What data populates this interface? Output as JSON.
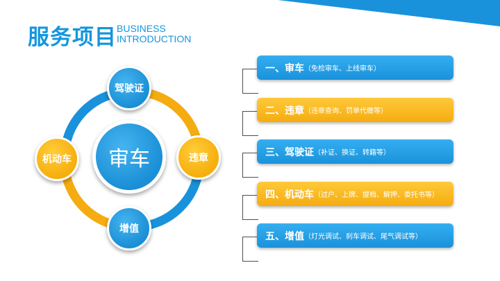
{
  "header": {
    "title_cn": "服务项目",
    "title_en_line1": "BUSINESS",
    "title_en_line2": "INTRODUCTION"
  },
  "diagram": {
    "center": "审车",
    "nodes": {
      "top": "驾驶证",
      "right": "违章",
      "bottom": "增值",
      "left": "机动车"
    }
  },
  "items": [
    {
      "main": "一、审车",
      "sub": "（免检审车、上线审车）"
    },
    {
      "main": "二、违章",
      "sub": "（违章查询、罚单代缴等）"
    },
    {
      "main": "三、驾驶证",
      "sub": "（补证、换证、转籍等）"
    },
    {
      "main": "四、机动车",
      "sub": "（过户、上牌、提档、解押、委托书等）"
    },
    {
      "main": "五、增值",
      "sub": "（灯光调试、刹车调试、尾气调试等）"
    }
  ],
  "colors": {
    "blue": "#1a92db",
    "yellow": "#f5ac10",
    "accent_title": "#1596dd"
  }
}
